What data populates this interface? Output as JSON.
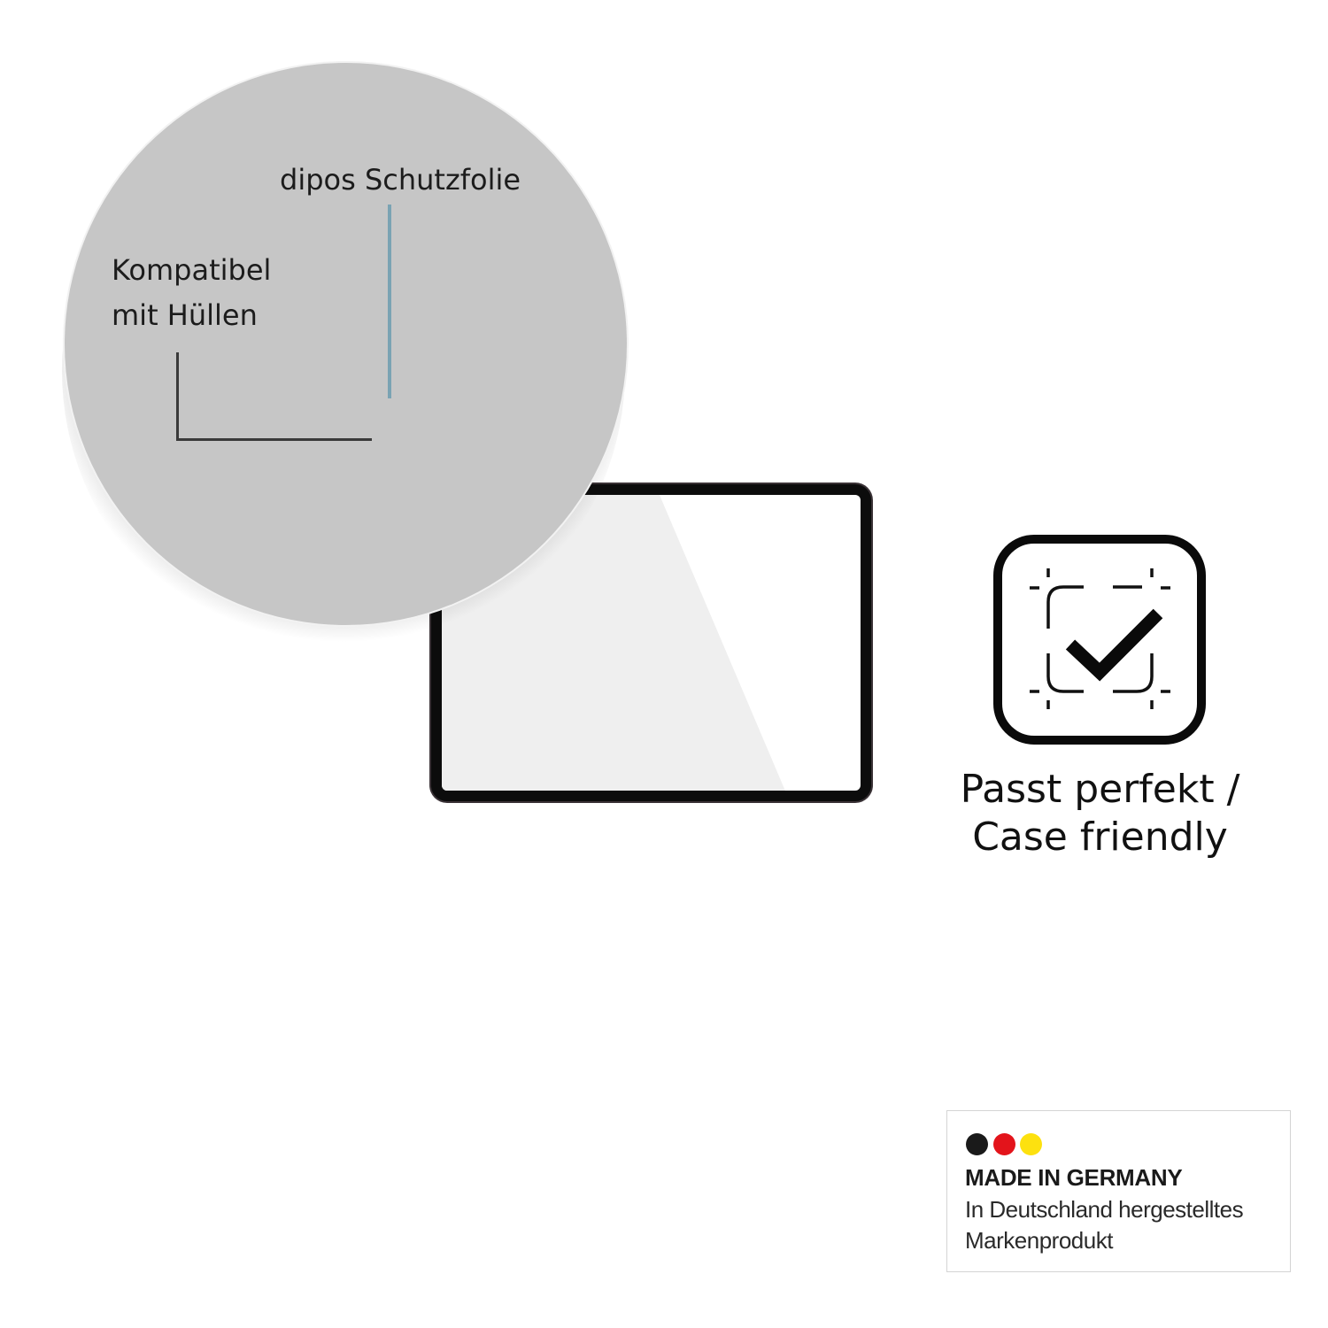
{
  "callouts": {
    "film_label": "dipos Schutzfolie",
    "case_label_line1": "Kompatibel",
    "case_label_line2": "mit Hüllen"
  },
  "feature": {
    "icon": "check-frame-icon",
    "caption_line1": "Passt perfekt /",
    "caption_line2": "Case friendly"
  },
  "badge": {
    "dot_colors": [
      "#1a1a1a",
      "#e3141b",
      "#fde10f"
    ],
    "title": "MADE IN GERMANY",
    "subtitle_line1": "In Deutschland hergestelltes",
    "subtitle_line2": "Markenprodukt"
  },
  "colors": {
    "circle": "#c6c6c6",
    "film_line": "#7aa3b3",
    "case_line": "#3a3a3a"
  }
}
